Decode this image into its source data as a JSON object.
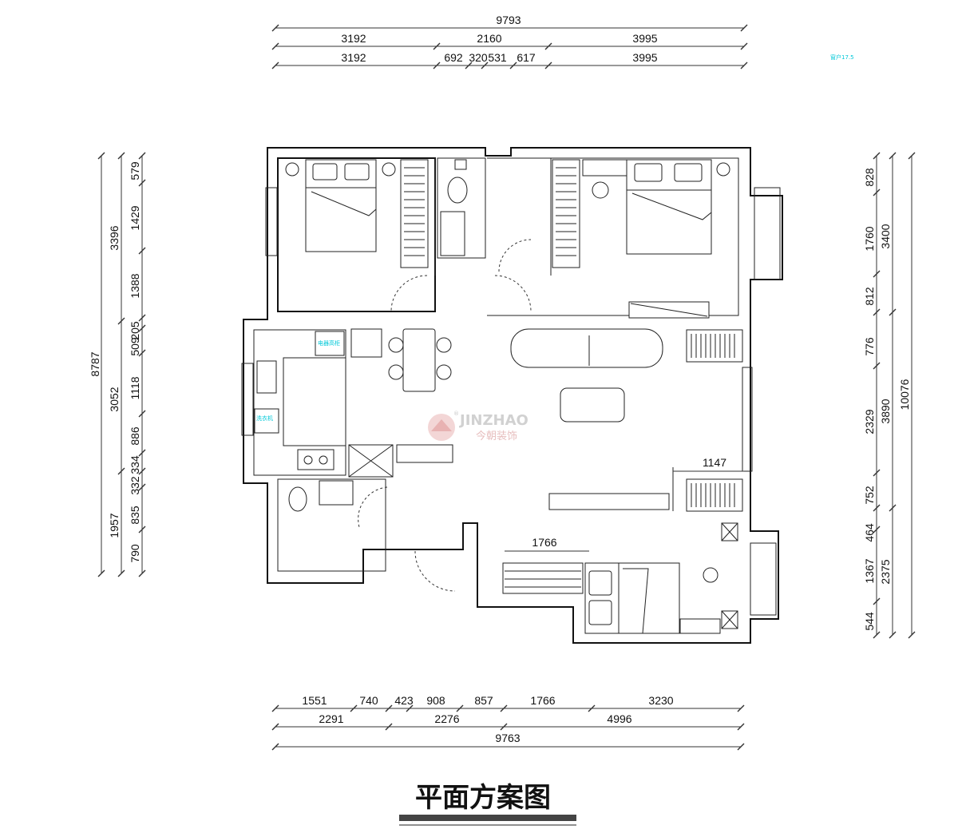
{
  "title": "平面方案图",
  "watermark": {
    "brand_en": "JINZHAO",
    "brand_cn": "今朝装饰",
    "reg": "®"
  },
  "corner_note": "窗户17.5",
  "top_dims": {
    "total": "9793",
    "row1": [
      "3192",
      "2160",
      "3995"
    ],
    "row2": [
      "3192",
      "692",
      "320",
      "531",
      "617",
      "3995"
    ]
  },
  "bottom_dims": {
    "row1": [
      "1551",
      "740",
      "423",
      "908",
      "857",
      "1766",
      "3230"
    ],
    "row2": [
      "2291",
      "2276",
      "4996"
    ],
    "total": "9763"
  },
  "left_dims": {
    "total": "8787",
    "col1": [
      "3396",
      "3052",
      "1957"
    ],
    "col2": [
      "579",
      "1429",
      "1388",
      "205",
      "509",
      "1118",
      "886",
      "334",
      "332",
      "835",
      "790"
    ]
  },
  "right_dims": {
    "total": "10076",
    "col1": [
      "3400",
      "3890",
      "2375"
    ],
    "col2": [
      "828",
      "1760",
      "812",
      "776",
      "2329",
      "752",
      "464",
      "1367",
      "544"
    ]
  },
  "inner_dims": {
    "living_wall": "1147",
    "bedroom_width": "1766"
  },
  "room_labels": {
    "fridge": "电器高柜",
    "washer": "洗衣机"
  }
}
